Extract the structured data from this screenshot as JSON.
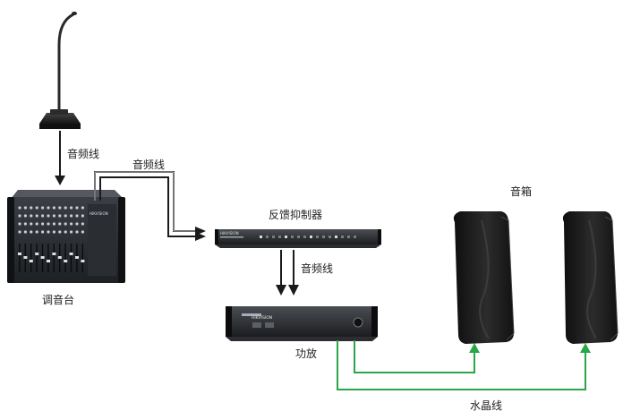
{
  "labels": {
    "mic_cable": "音频线",
    "mixer_cable": "音频线",
    "fb_cable": "音频线",
    "mixer": "调音台",
    "feedback_suppressor": "反馈抑制器",
    "amplifier": "功放",
    "speakers": "音箱",
    "crystal_cable": "水晶线"
  },
  "device_text": {
    "mixer_brand": "HIKVISION",
    "fb_brand": "HIKVISION",
    "amp_brand": "HIKVISION"
  },
  "colors": {
    "audio_line": "#1a1a1a",
    "crystal_line": "#2aa64a"
  }
}
